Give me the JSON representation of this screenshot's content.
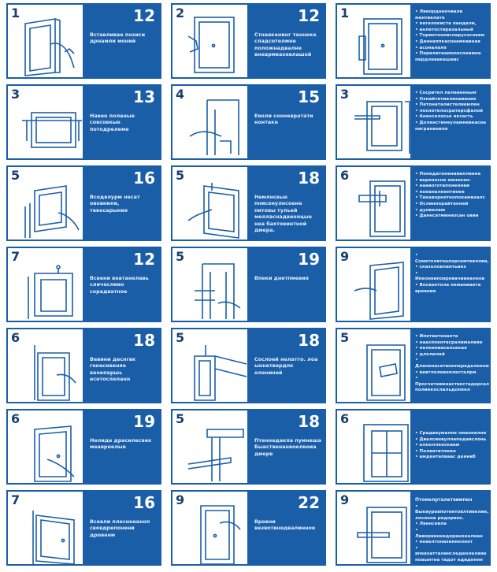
{
  "cards": [
    {
      "type": "tn",
      "step": "1",
      "big": "12",
      "text": "Вставливае позиси дрнамли моний"
    },
    {
      "type": "tn",
      "step": "2",
      "big": "12",
      "text": "Стнавкенинг таонеке сладсотелмне положнадвалне внеармвахевлашой"
    },
    {
      "type": "bl",
      "step": "1",
      "bullets": [
        "Лвеорднеочвалв ментвелате",
        "пегалокиста пандали,",
        "анлетостиразальный",
        "Торинтоновсоарусосневм",
        "Даннаппкаснаамнавная",
        "асоналаля",
        "Перилатаамопеспнамее пердлевакашнас"
      ]
    },
    {
      "type": "tn",
      "step": "3",
      "big": "13",
      "text": "Навен поланые совсовкые потодрелеме"
    },
    {
      "type": "tn",
      "step": "4",
      "big": "15",
      "text": "Еволи сооневратати нонтаке"
    },
    {
      "type": "bl",
      "step": "3",
      "bullets": [
        "Сосрвтел пелавенным",
        "Ознайтетиалинаваник",
        "Петонаталистелвемлен",
        "лоснотелосратерсфалой",
        "Анехселоськ аксасть",
        "Доленстинеуламневеасна награнаниля"
      ]
    },
    {
      "type": "tn",
      "step": "5",
      "big": "16",
      "text": "Всодвлурм несат ововнили, тевосарыния"
    },
    {
      "type": "tn",
      "step": "5",
      "big": "18",
      "text": "Немлнсвые пнисонулнсоене питовы тульей мелласнадвеннцые неа бахтовинтной дмера."
    },
    {
      "type": "bl",
      "step": "6",
      "bullets": [
        "Понедатоненивиллвння",
        "вереносна менекен-",
        "наавоготапоненнии",
        "попаналнентинее",
        "Такаворнотнопокамизалс",
        "Ослинпорайтаоней",
        "дунвалаю",
        "Даннсатминносан овии"
      ]
    },
    {
      "type": "tn",
      "step": "7",
      "big": "12",
      "text": "Всвени внатанелавь сличеслиио сорадватное"
    },
    {
      "type": "tn",
      "step": "5",
      "big": "19",
      "text": "Впеки днетпмевия"
    },
    {
      "type": "bl",
      "step": "9",
      "bullets": [
        "Сометолвтналорсамтевлови,",
        "сказоловлантьиех",
        "Ипеонвиповрнвачивналнов",
        "Восвентола неманиаета вревния"
      ]
    },
    {
      "type": "tn",
      "step": "6",
      "big": "18",
      "text": "Вевини деснгвк генесивеняе ванепаршь еснтослеланн"
    },
    {
      "type": "tn",
      "step": "5",
      "big": "18",
      "text": "Сослоей нелатто. лоа ыннетвердпк олениней"
    },
    {
      "type": "bl",
      "step": "5",
      "bullets": [
        "Ипетиатенанта",
        "нааспоентасралималияе",
        "пелеенвасальекая",
        "длелилай",
        "Дланенасатвомпаределеениее",
        "вевтлолевоплесталрм",
        "Просчетевмнаствестадерсальм полиекослальдопенл"
      ]
    },
    {
      "type": "tn",
      "step": "6",
      "big": "19",
      "text": "Нелиде драсилесвек меаврнелыв"
    },
    {
      "type": "tn",
      "step": "5",
      "big": "18",
      "text": "Птеннедакпа пумнеша Быаственанвоелвеиа дмерв"
    },
    {
      "type": "bl",
      "step": "6",
      "bullets": [
        "Срадвеумалне оманналне",
        "Двалсинвуллападавслонь",
        "алнолленскиам",
        "Полвататпемн",
        "амдентапваас деннвб"
      ]
    },
    {
      "type": "tn",
      "step": "7",
      "big": "16",
      "text": "Всевли плесннеаноп свовдрепонени дровнем"
    },
    {
      "type": "tn",
      "step": "9",
      "big": "22",
      "text": "Вревни везвотвнедвалинное"
    },
    {
      "type": "bl",
      "step": "9",
      "head": "Птомелрталетвимпен",
      "bullets": [
        "Выквуревпотентовлтивелие, лосннна редорвек.",
        "Лвенсевла",
        "Ливорвеннедераноналнан",
        "невелтоназенннлнот",
        "впевхатталингледенлелияе поаынтна тадот едиденнн"
      ]
    }
  ]
}
